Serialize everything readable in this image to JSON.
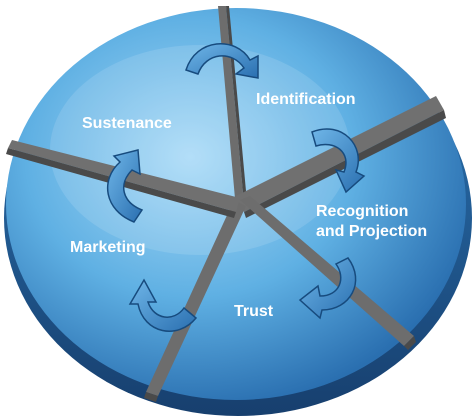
{
  "diagram": {
    "segments": [
      {
        "label_lines": [
          "Identification"
        ]
      },
      {
        "label_lines": [
          "Recognition",
          "and Projection"
        ]
      },
      {
        "label_lines": [
          "Trust"
        ]
      },
      {
        "label_lines": [
          "Marketing"
        ]
      },
      {
        "label_lines": [
          "Sustenance"
        ]
      }
    ],
    "colors": {
      "disc_light": "#9fd3f4",
      "disc_mid": "#4fa0d8",
      "disc_dark": "#1f5f9c",
      "rim": "#1a5590",
      "divider": "#6d6d6d",
      "divider_dark": "#4a4a4a",
      "arrow_fill": "#3f8fcc",
      "arrow_stroke": "#174b7e",
      "label": "#ffffff"
    },
    "icons": [
      "curved-arrow-icon"
    ]
  }
}
